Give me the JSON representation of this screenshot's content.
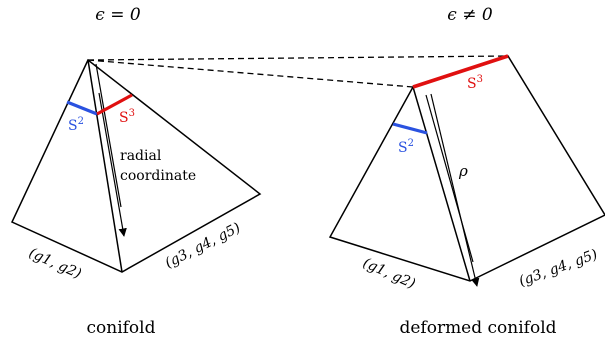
{
  "left_panel": {
    "header": "ϵ = 0",
    "caption": "conifold",
    "s2_label": "S",
    "s2_sup": "2",
    "s3_label": "S",
    "s3_sup": "3",
    "axis_line1": "radial",
    "axis_line2": "coordinate",
    "base_left_label": "(g1, g2)",
    "base_right_label": "(g3, g4, g5)"
  },
  "right_panel": {
    "header": "ϵ ≠ 0",
    "caption": "deformed conifold",
    "s2_label": "S",
    "s2_sup": "2",
    "s3_label": "S",
    "s3_sup": "3",
    "axis_label": "ρ",
    "base_left_label": "(g1, g2)",
    "base_right_label": "(g3, g4, g5)"
  },
  "colors": {
    "s2": "#2a52e0",
    "s3": "#e01010",
    "line": "#000000"
  }
}
